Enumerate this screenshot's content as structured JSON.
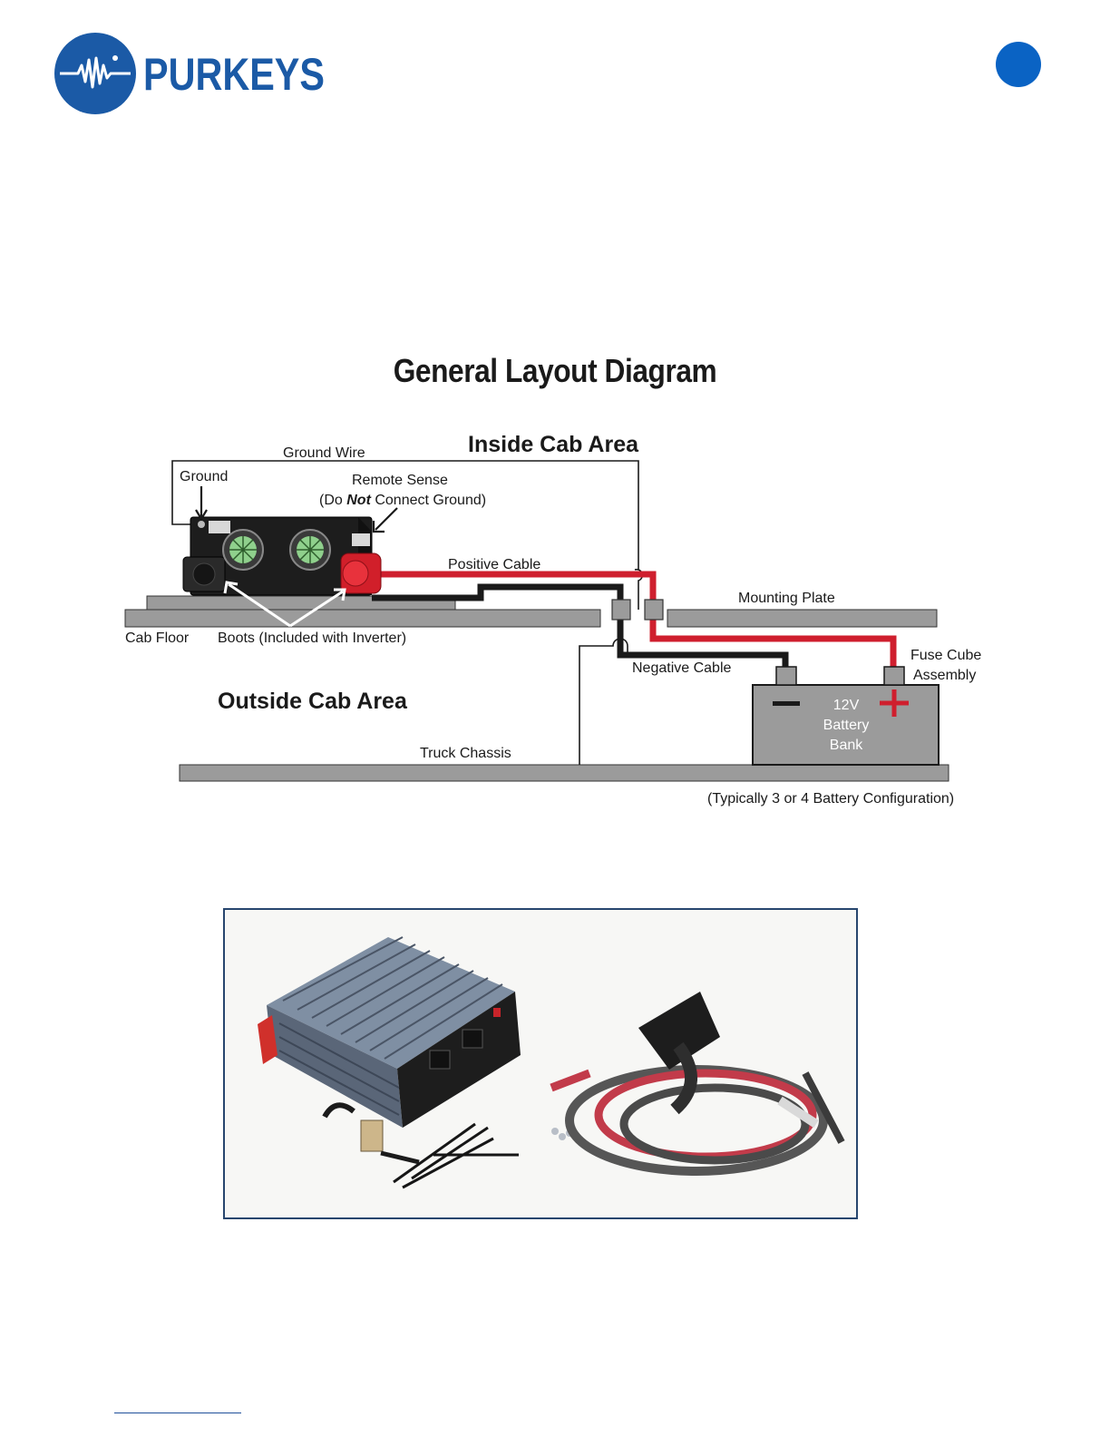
{
  "brand": {
    "name": "PURKEYS",
    "color": "#1b5aa6"
  },
  "accent_color": "#0a63c4",
  "diagram": {
    "title": "General Layout Diagram",
    "zones": {
      "inside": "Inside Cab Area",
      "outside": "Outside Cab Area"
    },
    "labels": {
      "ground_wire": "Ground Wire",
      "ground": "Ground",
      "remote_sense": "Remote Sense",
      "do_prefix": "(Do ",
      "not_word": "Not",
      "connect_ground": " Connect Ground)",
      "positive_cable": "Positive Cable",
      "mounting_plate": "Mounting Plate",
      "cab_floor": "Cab Floor",
      "boots": "Boots (Included with Inverter)",
      "negative_cable": "Negative Cable",
      "fuse_cube_1": "Fuse Cube",
      "fuse_cube_2": "Assembly",
      "truck_chassis": "Truck Chassis",
      "battery_1": "12V",
      "battery_2": "Battery",
      "battery_3": "Bank",
      "battery_note": "(Typically 3 or 4 Battery Configuration)"
    },
    "colors": {
      "positive": "#cf1f2e",
      "negative": "#1a1a1a",
      "plate": "#9b9b9b"
    }
  }
}
